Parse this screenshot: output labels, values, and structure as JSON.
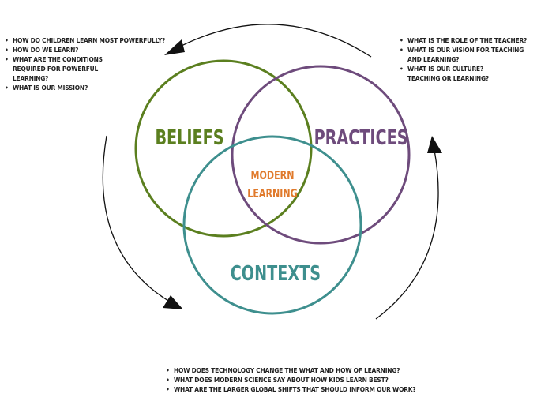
{
  "circles": {
    "beliefs": {
      "label": "BELIEFS",
      "color": "#5b7f1f"
    },
    "practices": {
      "label": "PRACTICES",
      "color": "#6e4b7c"
    },
    "contexts": {
      "label": "CONTEXTS",
      "color": "#3e8f8e"
    },
    "center": {
      "line1": "MODERN",
      "line2": "LEARNING",
      "color": "#e07a2c"
    }
  },
  "questions": {
    "beliefs": [
      "HOW DO CHILDREN LEARN MOST POWERFULLY?",
      "HOW DO WE LEARN?",
      "WHAT ARE THE CONDITIONS  REQUIRED FOR POWERFUL LEARNING?",
      "WHAT IS OUR MISSION?"
    ],
    "practices": [
      "WHAT IS THE ROLE OF THE TEACHER?",
      "WHAT IS OUR VISION FOR TEACHING AND LEARNING?",
      "WHAT IS OUR CULTURE? TEACHING OR LEARNING?"
    ],
    "contexts": [
      "HOW DOES TECHNOLOGY CHANGE THE WHAT AND HOW OF LEARNING?",
      "WHAT DOES MODERN SCIENCE SAY ABOUT HOW KIDS LEARN BEST?",
      "WHAT ARE THE LARGER GLOBAL SHIFTS THAT SHOULD INFORM OUR WORK?"
    ]
  },
  "arrow_color": "#111111"
}
